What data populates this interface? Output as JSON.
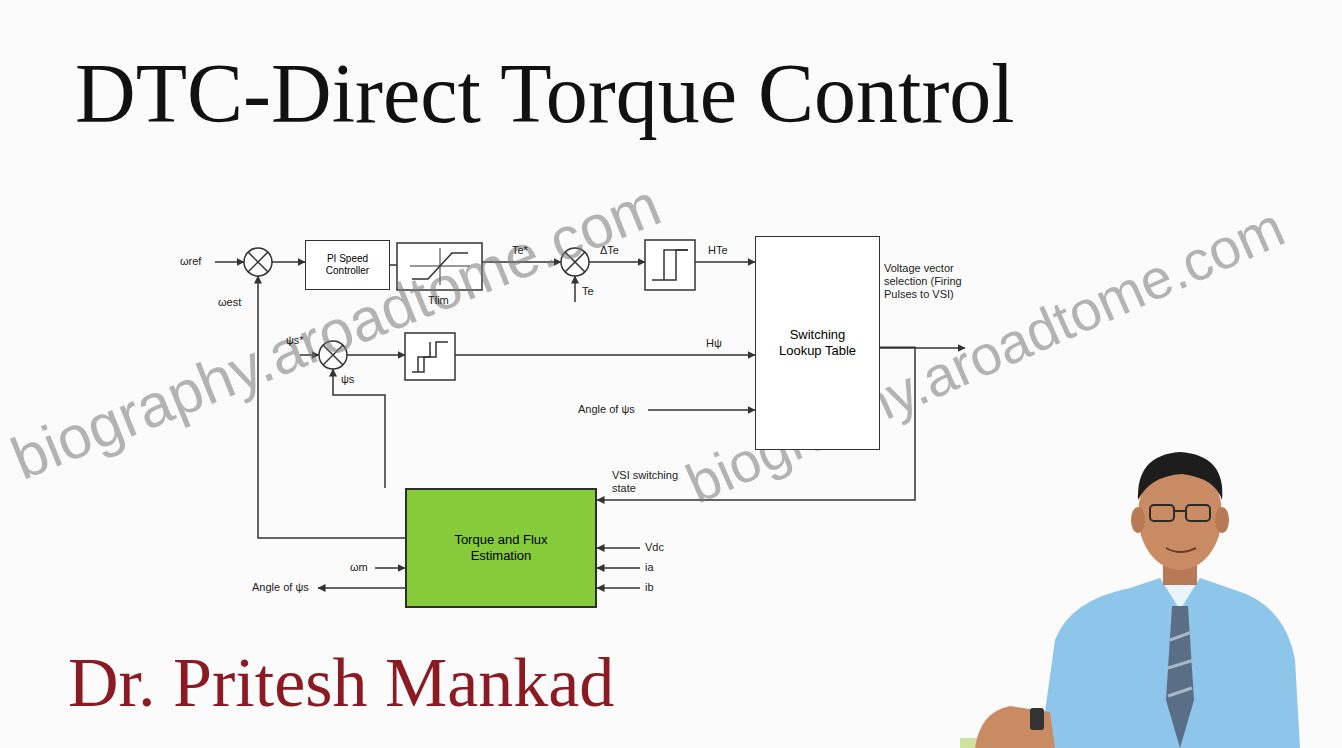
{
  "diagram": {
    "title": "DTC-Direct Torque Control",
    "caption": "Dr. Pritesh Mankad",
    "nodes": [
      {
        "text": [
          "PI Speed Controller"
        ]
      },
      {
        "text": [
          "Switching Lookup Table"
        ]
      },
      {
        "text": [
          "Torque and Flux Estimation"
        ]
      }
    ],
    "edges": [
      {
        "from": 1,
        "to": 2,
        "arrow": "to",
        "label": "VSI switching state"
      }
    ],
    "labels": [
      "ωref",
      "ωest",
      "Tlim",
      "Te*",
      "ΔTe",
      "HTe",
      "Te",
      "ψs*",
      "ψs",
      "Hψ",
      "Angle of ψs",
      "Voltage vector selection (Firing Pulses to VSI)",
      "Vdc",
      "ia",
      "ib",
      "ωm",
      "Angle of ψs",
      "biography.aroadtome.com",
      "biography.aroadtome.com"
    ]
  }
}
